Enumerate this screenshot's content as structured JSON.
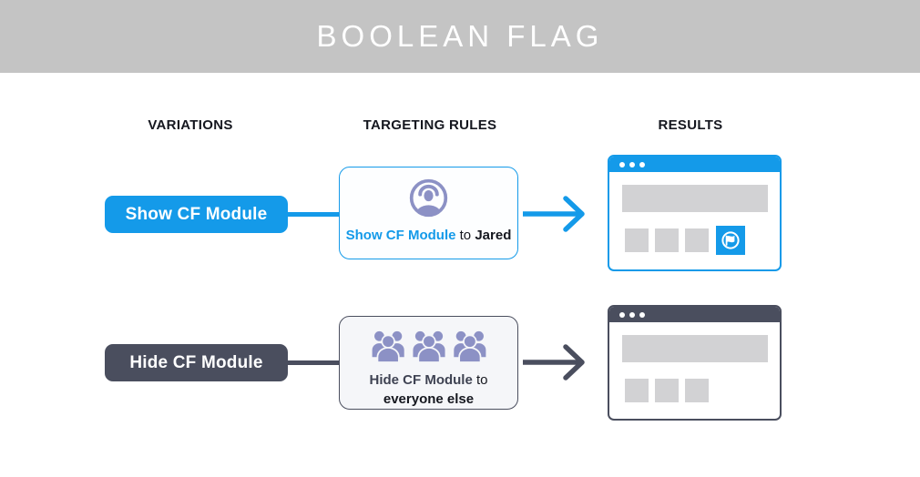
{
  "header": {
    "title": "BOOLEAN FLAG"
  },
  "columns": {
    "variations": "VARIATIONS",
    "targeting_rules": "TARGETING RULES",
    "results": "RESULTS"
  },
  "rows": [
    {
      "variation_label": "Show CF Module",
      "rule": {
        "icon": "user-circle-icon",
        "flag": "Show CF Module",
        "connector": "to",
        "audience": "Jared"
      },
      "result": {
        "window": "browser-mockup",
        "placeholder_blocks": 4,
        "cf_module_visible": true,
        "cf_module_icon": "flag-circle-icon"
      }
    },
    {
      "variation_label": "Hide CF Module",
      "rule": {
        "icon": "crowd-icon",
        "flag": "Hide CF Module",
        "connector": "to",
        "audience": "everyone else"
      },
      "result": {
        "window": "browser-mockup",
        "placeholder_blocks": 4,
        "cf_module_visible": false
      }
    }
  ],
  "colors": {
    "accent_blue": "#149ae9",
    "dark_slate": "#4a4e5e",
    "icon_purple": "#8c91c5",
    "placeholder_gray": "#d2d2d4",
    "header_gray": "#c4c4c4"
  }
}
